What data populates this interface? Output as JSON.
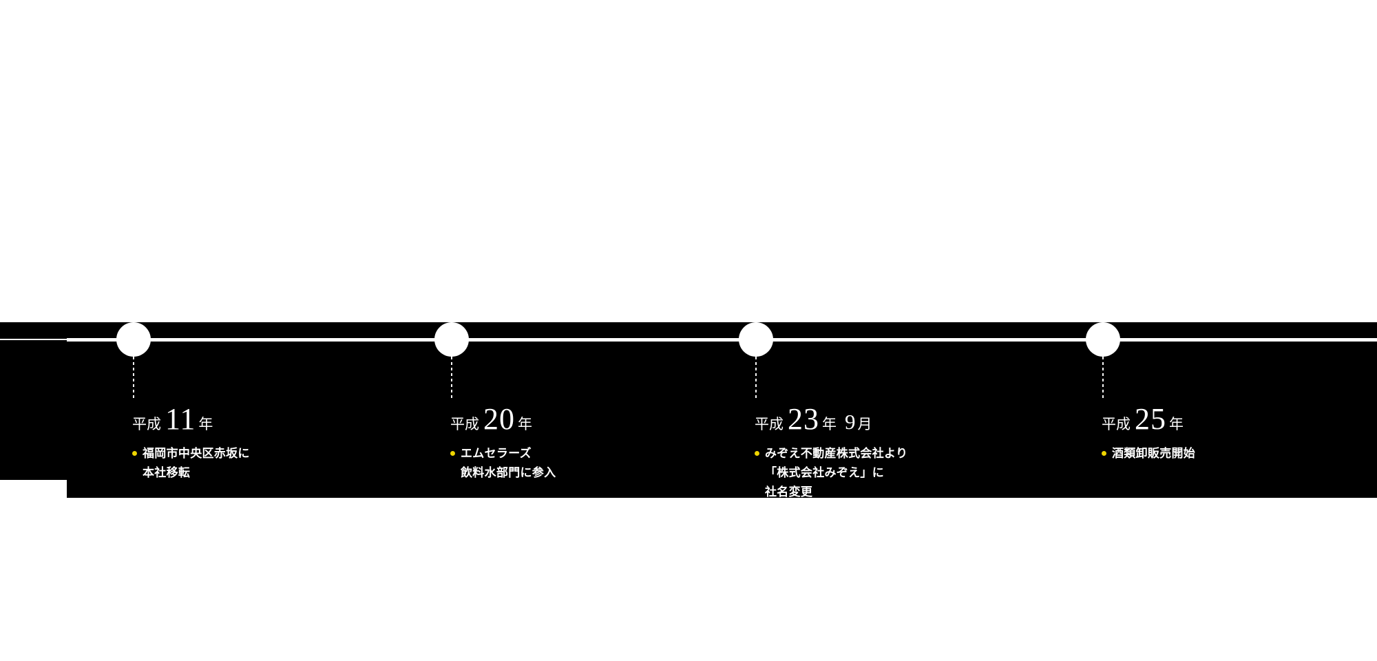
{
  "page": {
    "background_color": "#ffffff",
    "band_color": "#000000",
    "axis_color": "#ffffff",
    "node_color": "#ffffff",
    "bullet_color": "#efd500",
    "text_color": "#ffffff"
  },
  "timeline": {
    "events": [
      {
        "era_label": "平成",
        "year_number": "11",
        "year_unit": "年",
        "details": [
          "福岡市中央区赤坂に",
          "本社移転"
        ]
      },
      {
        "era_label": "平成",
        "year_number": "20",
        "year_unit": "年",
        "details": [
          "エムセラーズ",
          "飲料水部門に参入"
        ]
      },
      {
        "era_label": "平成",
        "year_number": "23",
        "year_unit": "年",
        "month_number": "9",
        "month_unit": "月",
        "details": [
          "みぞえ不動産株式会社より",
          "「株式会社みぞえ」に",
          "社名変更"
        ]
      },
      {
        "era_label": "平成",
        "year_number": "25",
        "year_unit": "年",
        "details": [
          "酒類卸販売開始"
        ]
      }
    ]
  }
}
